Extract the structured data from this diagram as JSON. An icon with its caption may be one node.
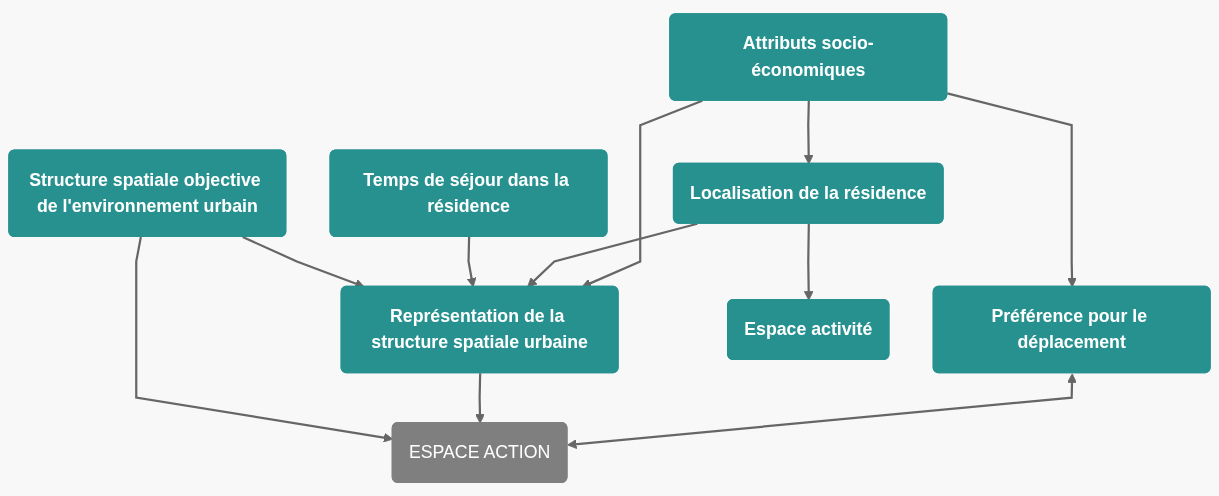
{
  "diagram": {
    "nodes": [
      {
        "text": [
          "Préférence pour le déplacement"
        ]
      },
      {
        "text": [
          "Attributs socio-économiques"
        ]
      },
      {
        "text": [
          "Localisation de la résidence"
        ]
      },
      {
        "text": [
          "Représentation de la structure spatiale urbaine"
        ]
      },
      {
        "text": [
          "ESPACE ACTION"
        ]
      },
      {
        "text": [
          "Temps de séjour dans la résidence"
        ]
      },
      {
        "text": [
          "Espace activité"
        ]
      },
      {
        "text": [
          "Structure spatiale objective de l'environnement urbain"
        ]
      }
    ],
    "edges": [
      {
        "from": 1,
        "to": 0,
        "arrow": "to"
      },
      {
        "from": 1,
        "to": 3,
        "arrow": "to"
      },
      {
        "from": 1,
        "to": 2,
        "arrow": "to"
      },
      {
        "from": 2,
        "to": 3,
        "arrow": "to"
      },
      {
        "from": 2,
        "to": 6,
        "arrow": "to"
      },
      {
        "from": 0,
        "to": 4,
        "arrow": "both"
      },
      {
        "from": 3,
        "to": 4,
        "arrow": "to"
      },
      {
        "from": 5,
        "to": 3,
        "arrow": "to"
      },
      {
        "from": 7,
        "to": 3,
        "arrow": "to"
      },
      {
        "from": 7,
        "to": 4,
        "arrow": "to"
      }
    ]
  }
}
